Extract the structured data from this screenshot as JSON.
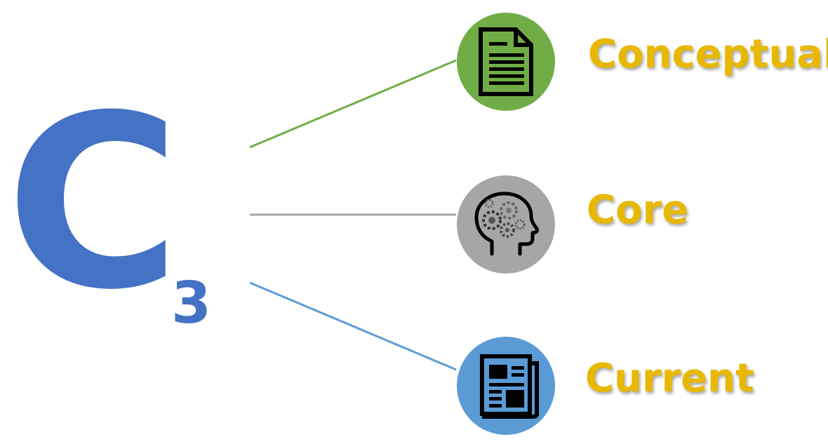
{
  "logo": {
    "letter": "C",
    "subscript": "3",
    "color": "#4472c4"
  },
  "branches": [
    {
      "label": "Conceptual",
      "icon": "document-icon",
      "circle_color": "#70ad47",
      "line_color": "#70ad47"
    },
    {
      "label": "Core",
      "icon": "brain-gears-icon",
      "circle_color": "#a6a6a6",
      "line_color": "#a6a6a6"
    },
    {
      "label": "Current",
      "icon": "newspaper-icon",
      "circle_color": "#5b9bd5",
      "line_color": "#5b9bd5"
    }
  ],
  "label_color": "#e8b800"
}
